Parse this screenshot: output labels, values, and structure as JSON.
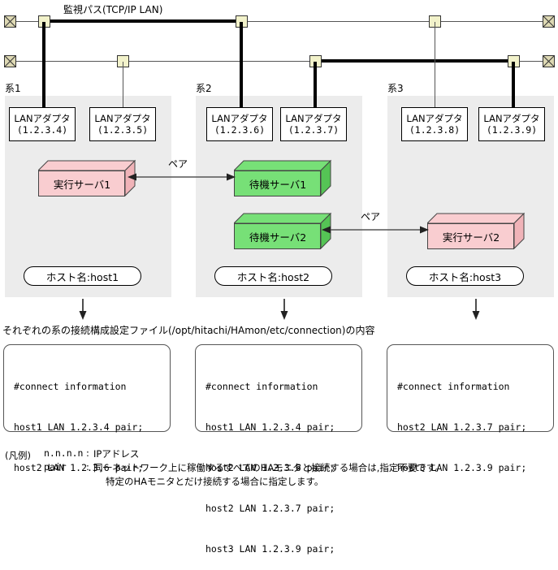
{
  "diagram": {
    "bus_title": "監視パス(TCP/IP LAN)",
    "caption": "それぞれの系の接続構成設定ファイル(/opt/hitachi/HAmon/etc/connection)の内容",
    "pair_label_1": "ペア",
    "pair_label_2": "ペア"
  },
  "systems": [
    {
      "label": "系1",
      "adapters": [
        {
          "name": "LANアダプタ",
          "ip": "(1.2.3.4)"
        },
        {
          "name": "LANアダプタ",
          "ip": "(1.2.3.5)"
        }
      ],
      "servers": [
        {
          "label": "実行サーバ1",
          "kind": "active",
          "color": "#f9cdd0"
        }
      ],
      "hostname": "ホスト名:host1"
    },
    {
      "label": "系2",
      "adapters": [
        {
          "name": "LANアダプタ",
          "ip": "(1.2.3.6)"
        },
        {
          "name": "LANアダプタ",
          "ip": "(1.2.3.7)"
        }
      ],
      "servers": [
        {
          "label": "待機サーバ1",
          "kind": "standby",
          "color": "#77e077"
        },
        {
          "label": "待機サーバ2",
          "kind": "standby",
          "color": "#77e077"
        }
      ],
      "hostname": "ホスト名:host2"
    },
    {
      "label": "系3",
      "adapters": [
        {
          "name": "LANアダプタ",
          "ip": "(1.2.3.8)"
        },
        {
          "name": "LANアダプタ",
          "ip": "(1.2.3.9)"
        }
      ],
      "servers": [
        {
          "label": "実行サーバ2",
          "kind": "active",
          "color": "#f9cdd0"
        }
      ],
      "hostname": "ホスト名:host3"
    }
  ],
  "config_files": [
    {
      "lines": [
        "#connect information",
        "host1 LAN 1.2.3.4 pair;",
        "host2 LAN 1.2.3.6 pair;"
      ]
    },
    {
      "lines": [
        "#connect information",
        "host1 LAN 1.2.3.4 pair;",
        "host2 LAN 1.2.3.6 pair;",
        "host2 LAN 1.2.3.7 pair;",
        "host3 LAN 1.2.3.9 pair;"
      ]
    },
    {
      "lines": [
        "#connect information",
        "host2 LAN 1.2.3.7 pair;",
        "host3 LAN 1.2.3.9 pair;"
      ]
    }
  ],
  "legend": {
    "title": "(凡例)",
    "entries": [
      {
        "key": "n.n.n.n",
        "sep": ":",
        "lines": [
          "IPアドレス"
        ]
      },
      {
        "key": "pair",
        "sep": ":",
        "lines": [
          "同一ネットワーク上に稼働するすべてのHAモニタと接続する場合は,指定不要です。",
          "特定のHAモニタとだけ接続する場合に指定します。"
        ]
      }
    ]
  },
  "colors": {
    "panel_bg": "#ececec",
    "connector": "#f2f2ca",
    "terminator": "#ded9b4",
    "active_server": "#f9cdd0",
    "standby_server": "#77e077",
    "line": "#555555",
    "thick_line": "#000000"
  }
}
